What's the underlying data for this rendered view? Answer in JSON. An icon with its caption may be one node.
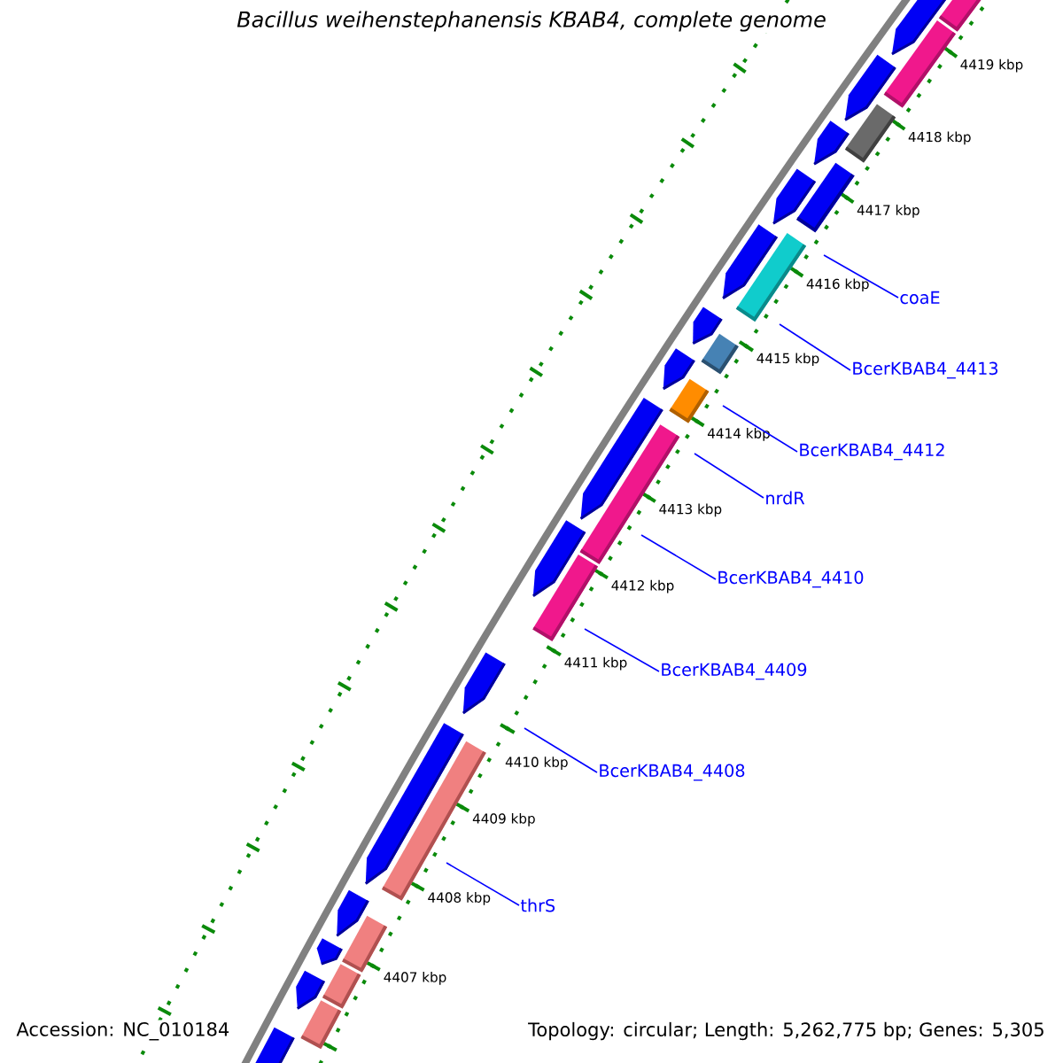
{
  "diagram": {
    "title": "Bacillus weihenstephanensis KBAB4, complete genome",
    "nodes": [
      {
        "text": [
          "coaE"
        ]
      },
      {
        "text": [
          "BcerKBAB4_4413"
        ]
      },
      {
        "text": [
          "BcerKBAB4_4412"
        ]
      },
      {
        "text": [
          "nrdR"
        ]
      },
      {
        "text": [
          "BcerKBAB4_4410"
        ]
      },
      {
        "text": [
          "BcerKBAB4_4409"
        ]
      },
      {
        "text": [
          "BcerKBAB4_4408"
        ]
      },
      {
        "text": [
          "thrS"
        ]
      }
    ],
    "edges": [
      {
        "from": 0,
        "to": null,
        "arrow": "none"
      },
      {
        "from": 1,
        "to": null,
        "arrow": "none"
      },
      {
        "from": 2,
        "to": null,
        "arrow": "none"
      },
      {
        "from": 3,
        "to": null,
        "arrow": "none"
      },
      {
        "from": 4,
        "to": null,
        "arrow": "none"
      },
      {
        "from": 5,
        "to": null,
        "arrow": "none"
      },
      {
        "from": 6,
        "to": null,
        "arrow": "none"
      },
      {
        "from": 7,
        "to": null,
        "arrow": "none"
      }
    ],
    "labels": [
      "4419 kbp",
      "4418 kbp",
      "4417 kbp",
      "4416 kbp",
      "4415 kbp",
      "4414 kbp",
      "4413 kbp",
      "4412 kbp",
      "4411 kbp",
      "4410 kbp",
      "4409 kbp",
      "4408 kbp",
      "4407 kbp",
      "Accession: NC_010184",
      "Topology: circular; Length: 5,262,775 bp; Genes: 5,305"
    ]
  }
}
